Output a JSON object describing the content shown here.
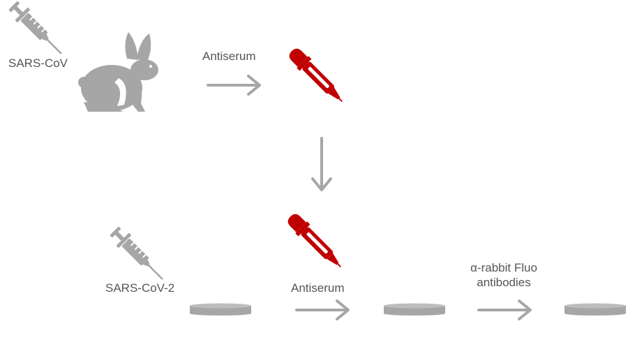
{
  "labels": {
    "sars_cov": "SARS-CoV",
    "antiserum_top": "Antiserum",
    "sars_cov_2": "SARS-CoV-2",
    "antiserum_bottom": "Antiserum",
    "fluo_line1": "α-rabbit Fluo",
    "fluo_line2": "antibodies"
  },
  "colors": {
    "gray": "#a6a6a6",
    "red": "#c00000",
    "text": "#555555"
  },
  "icons": [
    "syringe-icon",
    "rabbit-icon",
    "dropper-icon",
    "petri-dish-icon",
    "arrow-icon"
  ]
}
